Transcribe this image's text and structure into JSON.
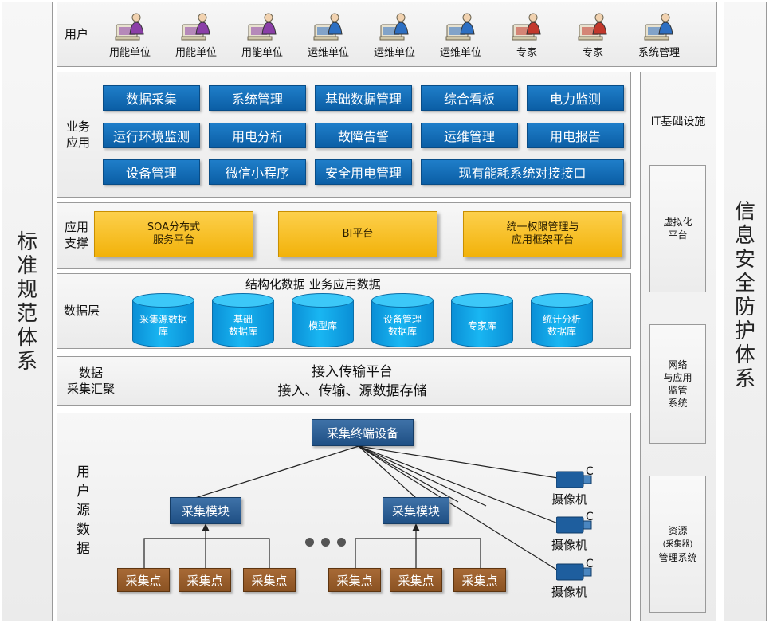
{
  "left_bar": {
    "title": [
      "标",
      "准",
      "规",
      "范",
      "体",
      "系"
    ]
  },
  "right_bar": {
    "title": [
      "信",
      "息",
      "安",
      "全",
      "防",
      "护",
      "体",
      "系"
    ]
  },
  "users": {
    "label": "用户",
    "items": [
      {
        "label": "用能单位",
        "color": "#8b3fa8",
        "icon": "user-computer-icon"
      },
      {
        "label": "用能单位",
        "color": "#8b3fa8",
        "icon": "user-computer-icon"
      },
      {
        "label": "用能单位",
        "color": "#8b3fa8",
        "icon": "user-computer-icon"
      },
      {
        "label": "运维单位",
        "color": "#2d6fc2",
        "icon": "user-computer-icon"
      },
      {
        "label": "运维单位",
        "color": "#2d6fc2",
        "icon": "user-computer-icon"
      },
      {
        "label": "运维单位",
        "color": "#2d6fc2",
        "icon": "user-computer-icon"
      },
      {
        "label": "专家",
        "color": "#c2392d",
        "icon": "user-computer-icon"
      },
      {
        "label": "专家",
        "color": "#c2392d",
        "icon": "user-computer-icon"
      },
      {
        "label": "系统管理",
        "color": "#2d6fc2",
        "icon": "user-computer-icon"
      }
    ]
  },
  "business": {
    "label_line1": "业务",
    "label_line2": "应用",
    "modules": [
      "数据采集",
      "系统管理",
      "基础数据管理",
      "综合看板",
      "电力监测",
      "运行环境监测",
      "用电分析",
      "故障告警",
      "运维管理",
      "用电报告",
      "设备管理",
      "微信小程序",
      "安全用电管理",
      "现有能耗系统对接接口"
    ]
  },
  "support": {
    "label_line1": "应用",
    "label_line2": "支撑",
    "platforms": [
      {
        "line1": "SOA分布式",
        "line2": "服务平台"
      },
      {
        "line1": "BI平台",
        "line2": ""
      },
      {
        "line1": "统一权限管理与",
        "line2": "应用框架平台"
      }
    ]
  },
  "data_layer": {
    "label": "数据层",
    "header": "结构化数据 业务应用数据",
    "databases": [
      {
        "line1": "采集源数据",
        "line2": "库"
      },
      {
        "line1": "基础",
        "line2": "数据库"
      },
      {
        "line1": "模型库",
        "line2": ""
      },
      {
        "line1": "设备管理",
        "line2": "数据库"
      },
      {
        "line1": "专家库",
        "line2": ""
      },
      {
        "line1": "统计分析",
        "line2": "数据库"
      }
    ]
  },
  "acquisition": {
    "label_line1": "数据",
    "label_line2": "采集汇聚",
    "title": "接入传输平台",
    "subtitle": "接入、传输、源数据存储"
  },
  "source": {
    "label": [
      "用",
      "户",
      "源",
      "数",
      "据"
    ],
    "terminal": "采集终端设备",
    "module_left": "采集模块",
    "module_right": "采集模块",
    "points": [
      "采集点",
      "采集点",
      "采集点",
      "采集点",
      "采集点",
      "采集点"
    ],
    "cameras": [
      {
        "label": "摄像机",
        "mark": "C"
      },
      {
        "label": "摄像机",
        "mark": "C"
      },
      {
        "label": "摄像机",
        "mark": "C"
      }
    ]
  },
  "it_infra": {
    "title": "IT基础设施",
    "virtual": {
      "line1": "虚拟化",
      "line2": "平台"
    },
    "network": {
      "line1": "网络",
      "line2": "与应用",
      "line3": "监管",
      "line4": "系统"
    },
    "resource": {
      "line1": "资源",
      "line2": "(采集器)",
      "line3": "管理系统"
    }
  },
  "colors": {
    "business_blue": "#0b6bb8",
    "platform_yellow": "#f5b80f",
    "database_cyan": "#12a9e8",
    "device_navy": "#2b5f94",
    "point_brown": "#96592a",
    "camera_blue": "#1e5e9e"
  }
}
